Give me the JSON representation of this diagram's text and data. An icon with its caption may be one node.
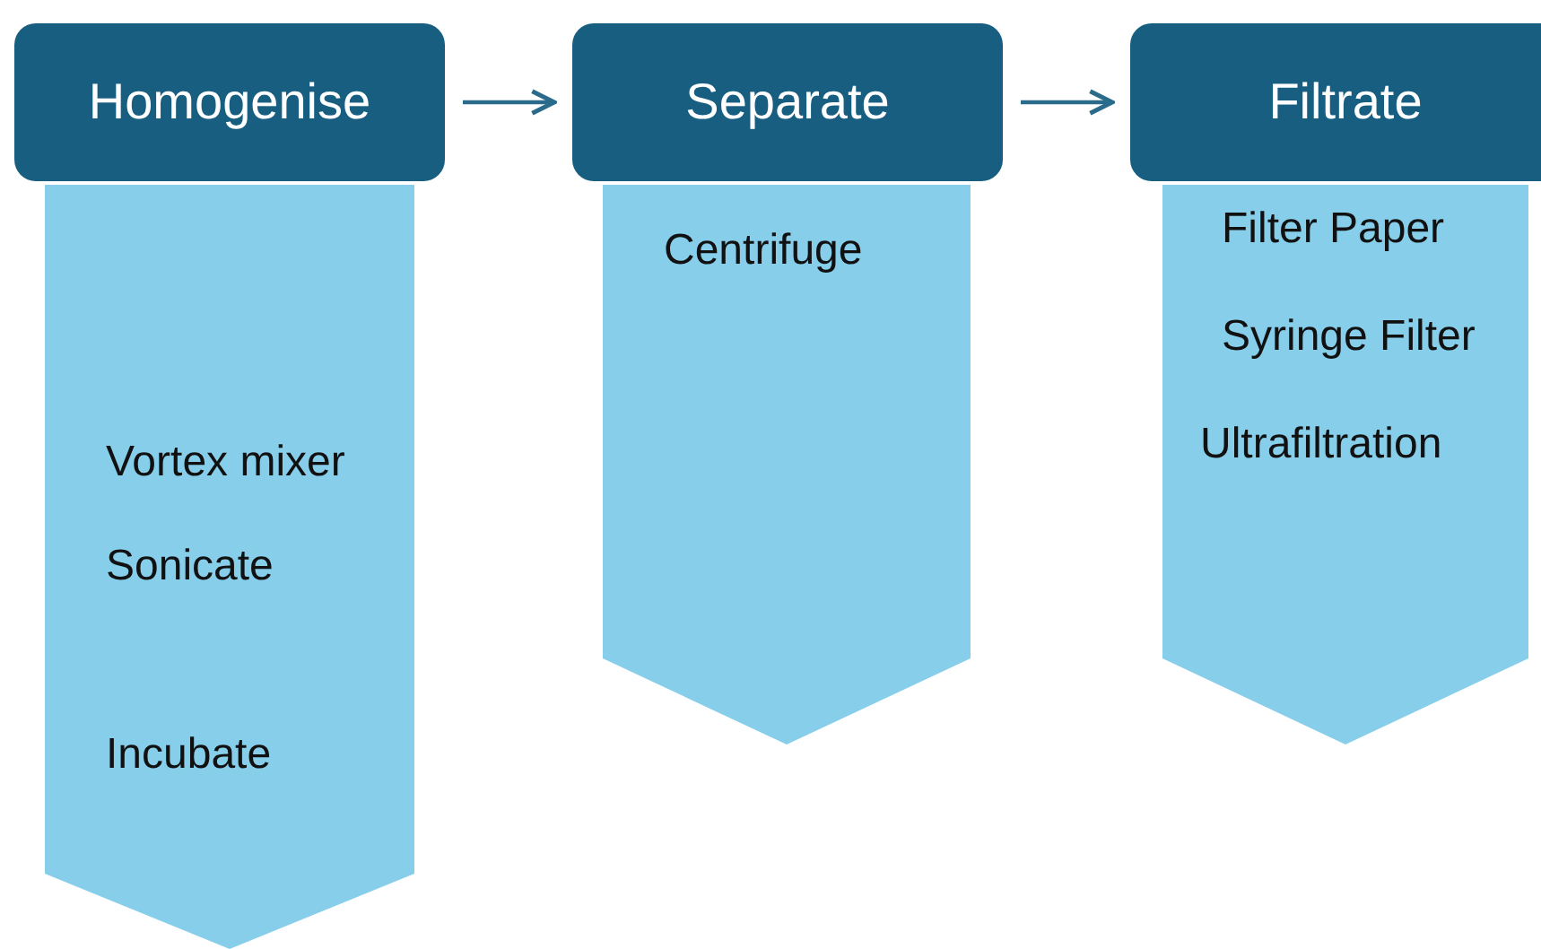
{
  "diagram": {
    "nodes": [
      {
        "text": [
          "Homogenise"
        ]
      },
      {
        "text": [
          "Vortex mixer",
          "Sonicate",
          "Incubate"
        ]
      },
      {
        "text": [
          "Separate"
        ]
      },
      {
        "text": [
          "Centrifuge"
        ]
      },
      {
        "text": [
          "Filtrate"
        ]
      },
      {
        "text": [
          "Filter Paper",
          "Syringe Filter",
          "Ultrafiltration"
        ]
      }
    ],
    "edges": [
      {
        "from": 0,
        "to": 2,
        "arrow": "to"
      },
      {
        "from": 2,
        "to": 4,
        "arrow": "to"
      }
    ]
  }
}
